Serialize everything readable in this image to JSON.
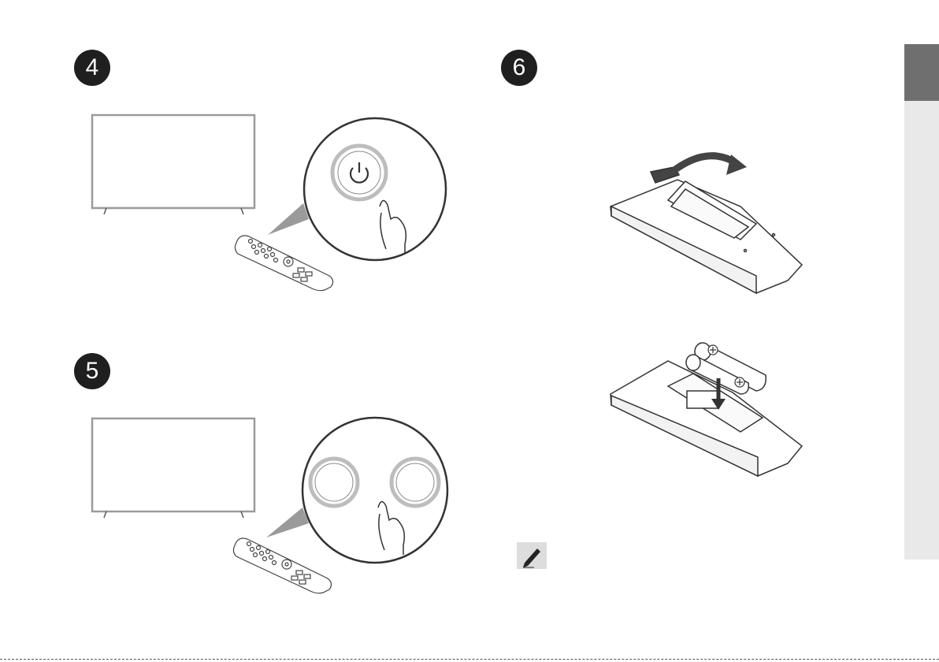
{
  "steps": [
    {
      "number": "4"
    },
    {
      "number": "5"
    },
    {
      "number": "6"
    }
  ],
  "side_tab": {
    "active_color": "#6f6f6f",
    "track_color": "#e9e9e9"
  },
  "icons": [
    "power-icon",
    "pencil-note-icon",
    "battery-plus-icon"
  ],
  "colors": {
    "line_art": "#333333",
    "button_ring": "#bdbdbd",
    "badge": "#1f1f1f"
  }
}
